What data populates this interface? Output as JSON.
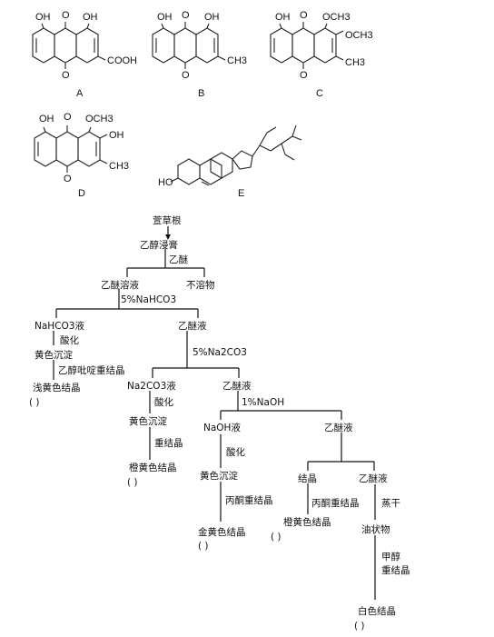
{
  "structures": [
    {
      "label": "A",
      "subs": [
        "OH",
        "O",
        "OH",
        "COOH",
        "O"
      ]
    },
    {
      "label": "B",
      "subs": [
        "OH",
        "O",
        "OH",
        "CH3",
        "O"
      ]
    },
    {
      "label": "C",
      "subs": [
        "OH",
        "O",
        "OCH3",
        "OCH3",
        "CH3",
        "O"
      ]
    },
    {
      "label": "D",
      "subs": [
        "OH",
        "O",
        "OCH3",
        "OH",
        "CH3",
        "O"
      ]
    },
    {
      "label": "E",
      "subs": [
        "HO"
      ]
    }
  ],
  "flow": {
    "start": "萱草根",
    "n_ethanol": "乙醇浸膏",
    "r_ether": "乙醚",
    "n_ether_solution": "乙醚溶液",
    "n_insoluble": "不溶物",
    "r_nahco3": "5%NaHCO3",
    "n_nahco3_liquid": "NaHCO3液",
    "r_acidify_1": "酸化",
    "n_yellow_ppt_1": "黄色沉淀",
    "r_ethanol_pyridine": "乙醇吡啶重结晶",
    "n_light_yellow_crystal": "浅黄色结晶",
    "n_ether_liquid_1": "乙醚液",
    "r_na2co3": "5%Na2CO3",
    "n_na2co3_liquid": "Na2CO3液",
    "r_acidify_2": "酸化",
    "n_yellow_ppt_2": "黄色沉淀",
    "r_recrystallize": "重结晶",
    "n_orange_yellow_crystal_1": "橙黄色结晶",
    "n_ether_liquid_2": "乙醚液",
    "r_naoh": "1%NaOH",
    "n_naoh_liquid": "NaOH液",
    "r_acidify_3": "酸化",
    "n_yellow_ppt_3": "黄色沉淀",
    "r_acetone_1": "丙酮重结晶",
    "n_golden_yellow_crystal": "金黄色结晶",
    "n_ether_liquid_3": "乙醚液",
    "n_crystal": "结晶",
    "r_acetone_2": "丙酮重结晶",
    "n_orange_yellow_crystal_2": "橙黄色结晶",
    "n_ether_liquid_4": "乙醚液",
    "r_evaporate": "蒸干",
    "n_oily": "油状物",
    "r_methanol": "甲醇",
    "r_recryst_3": "重结晶",
    "n_white_crystal": "白色结晶",
    "blank": "(          )"
  }
}
